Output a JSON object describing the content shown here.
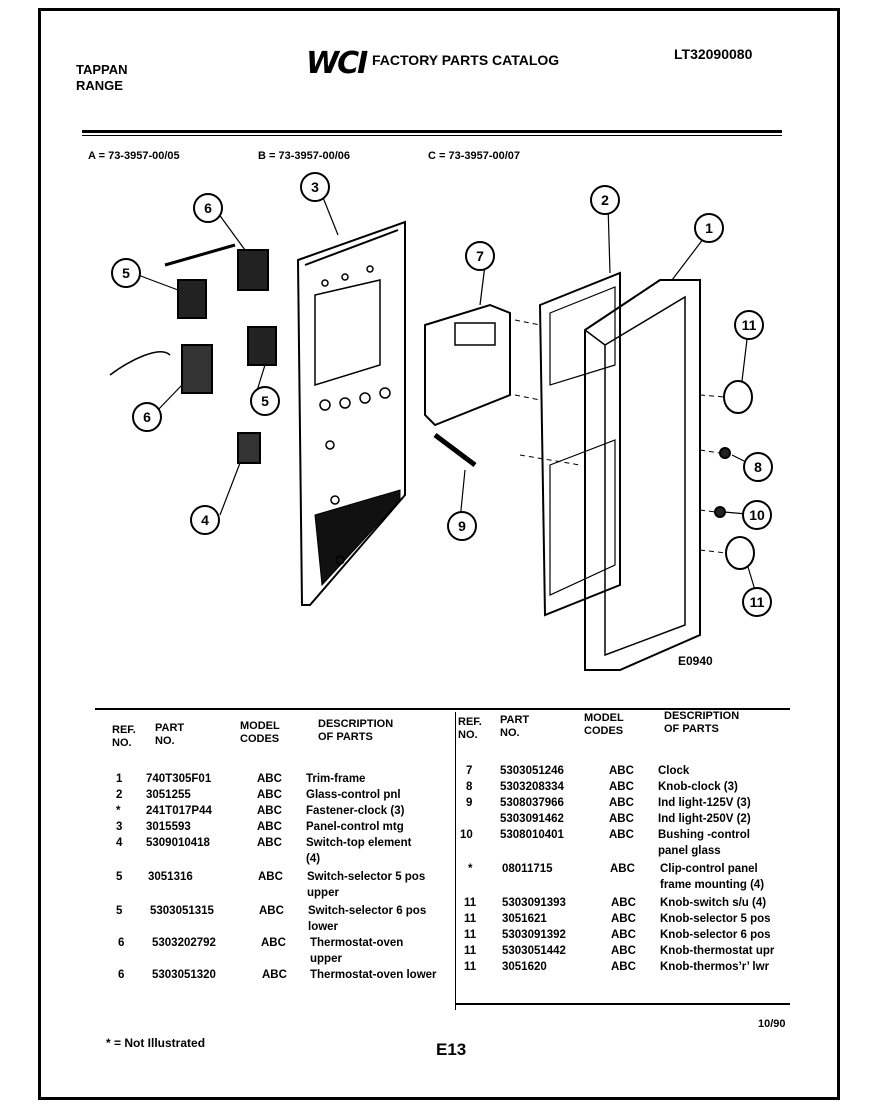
{
  "header": {
    "brand_line1": "TAPPAN",
    "brand_line2": "RANGE",
    "logo_text": "WCI",
    "catalog_title": "FACTORY PARTS CATALOG",
    "catalog_number": "LT32090080"
  },
  "models": {
    "a": "A = 73-3957-00/05",
    "b": "B = 73-3957-00/06",
    "c": "C = 73-3957-00/07"
  },
  "diagram": {
    "code": "E0940",
    "callouts": [
      "1",
      "2",
      "3",
      "4",
      "5",
      "5",
      "6",
      "6",
      "7",
      "8",
      "9",
      "10",
      "11",
      "11"
    ]
  },
  "table_headers": {
    "ref": [
      "REF.",
      "NO."
    ],
    "part": [
      "PART",
      "NO."
    ],
    "model": [
      "MODEL",
      "CODES"
    ],
    "desc": [
      "DESCRIPTION",
      "OF PARTS"
    ]
  },
  "left_rows": [
    {
      "ref": "1",
      "part": "740T305F01",
      "codes": "ABC",
      "desc": [
        "Trim-frame"
      ]
    },
    {
      "ref": "2",
      "part": "3051255",
      "codes": "ABC",
      "desc": [
        "Glass-control pnl"
      ]
    },
    {
      "ref": "*",
      "part": "241T017P44",
      "codes": "ABC",
      "desc": [
        "Fastener-clock (3)"
      ]
    },
    {
      "ref": "3",
      "part": "3015593",
      "codes": "ABC",
      "desc": [
        "Panel-control mtg"
      ]
    },
    {
      "ref": "4",
      "part": "5309010418",
      "codes": "ABC",
      "desc": [
        "Switch-top element",
        "(4)"
      ]
    },
    {
      "ref": "5",
      "part": "3051316",
      "codes": "ABC",
      "desc": [
        "Switch-selector 5 pos",
        "upper"
      ]
    },
    {
      "ref": "5",
      "part": "5303051315",
      "codes": "ABC",
      "desc": [
        "Switch-selector 6 pos",
        "lower"
      ]
    },
    {
      "ref": "6",
      "part": "5303202792",
      "codes": "ABC",
      "desc": [
        "Thermostat-oven",
        "upper"
      ]
    },
    {
      "ref": "6",
      "part": "5303051320",
      "codes": "ABC",
      "desc": [
        "Thermostat-oven lower"
      ]
    }
  ],
  "right_rows": [
    {
      "ref": "7",
      "part": "5303051246",
      "codes": "ABC",
      "desc": [
        "Clock"
      ]
    },
    {
      "ref": "8",
      "part": "5303208334",
      "codes": "ABC",
      "desc": [
        "Knob-clock (3)"
      ]
    },
    {
      "ref": "9",
      "part": "5308037966",
      "codes": "ABC",
      "desc": [
        "Ind light-125V (3)"
      ]
    },
    {
      "ref": "",
      "part": "5303091462",
      "codes": "ABC",
      "desc": [
        "Ind light-250V (2)"
      ]
    },
    {
      "ref": "10",
      "part": "5308010401",
      "codes": "ABC",
      "desc": [
        "Bushing -control",
        "panel glass"
      ]
    },
    {
      "ref": "*",
      "part": "08011715",
      "codes": "ABC",
      "desc": [
        "Clip-control panel",
        "frame mounting (4)"
      ]
    },
    {
      "ref": "11",
      "part": "5303091393",
      "codes": "ABC",
      "desc": [
        "Knob-switch s/u (4)"
      ]
    },
    {
      "ref": "11",
      "part": "3051621",
      "codes": "ABC",
      "desc": [
        "Knob-selector 5 pos"
      ]
    },
    {
      "ref": "11",
      "part": "5303091392",
      "codes": "ABC",
      "desc": [
        "Knob-selector 6 pos"
      ]
    },
    {
      "ref": "11",
      "part": "5303051442",
      "codes": "ABC",
      "desc": [
        "Knob-thermostat upr"
      ]
    },
    {
      "ref": "11",
      "part": "3051620",
      "codes": "ABC",
      "desc": [
        "Knob-thermos’r’ lwr"
      ]
    }
  ],
  "footer": {
    "note": "* = Not Illustrated",
    "page": "E13",
    "date": "10/90"
  }
}
